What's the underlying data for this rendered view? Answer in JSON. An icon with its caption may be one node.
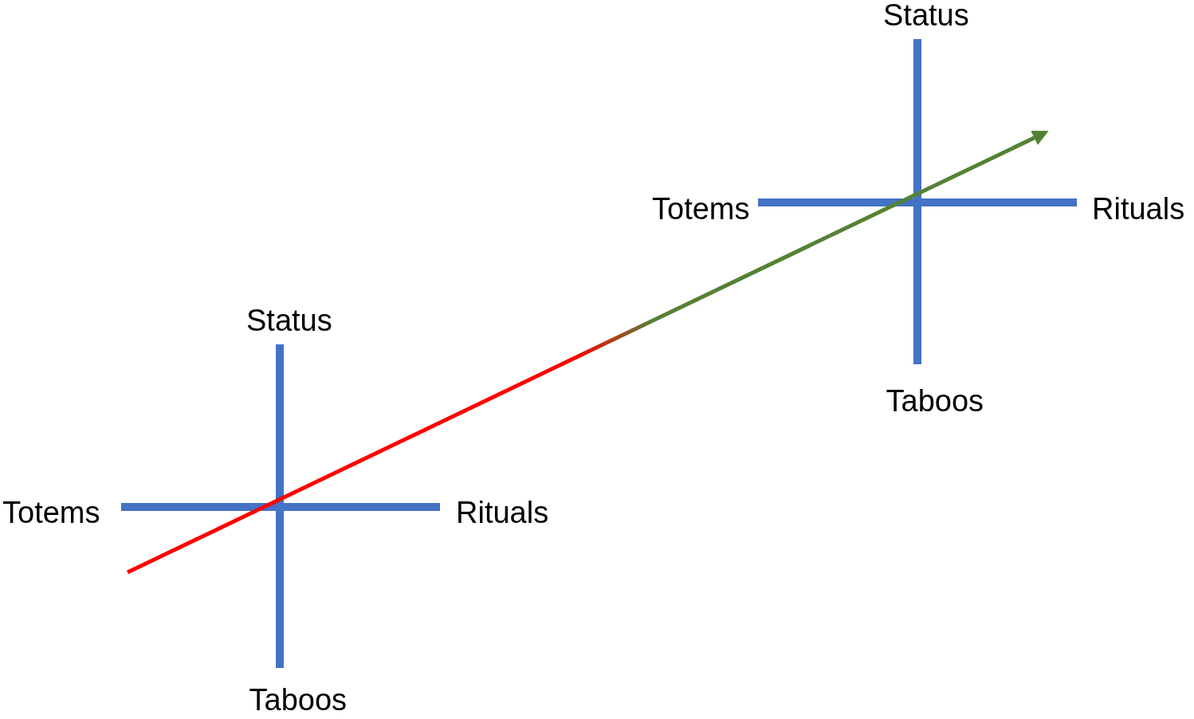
{
  "diagram": {
    "labels": [
      "Status",
      "Totems",
      "Rituals",
      "Status",
      "Taboos",
      "Totems",
      "Rituals",
      "Taboos"
    ]
  }
}
